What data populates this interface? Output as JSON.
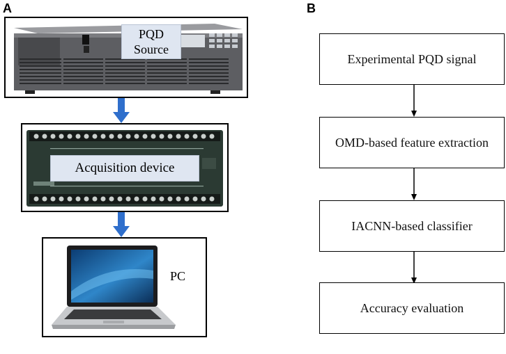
{
  "panels": {
    "a": "A",
    "b": "B"
  },
  "source": {
    "line1": "PQD",
    "line2": "Source"
  },
  "acquisition": {
    "label": "Acquisition device"
  },
  "pc": {
    "label": "PC"
  },
  "flowchart": {
    "steps": [
      "Experimental PQD signal",
      "OMD-based feature extraction",
      "IACNN-based classifier",
      "Accuracy evaluation"
    ]
  },
  "colors": {
    "arrow_blue": "#2f6fcc",
    "device_dark": "#2b3a33",
    "panel_gray": "#6e6f72"
  }
}
